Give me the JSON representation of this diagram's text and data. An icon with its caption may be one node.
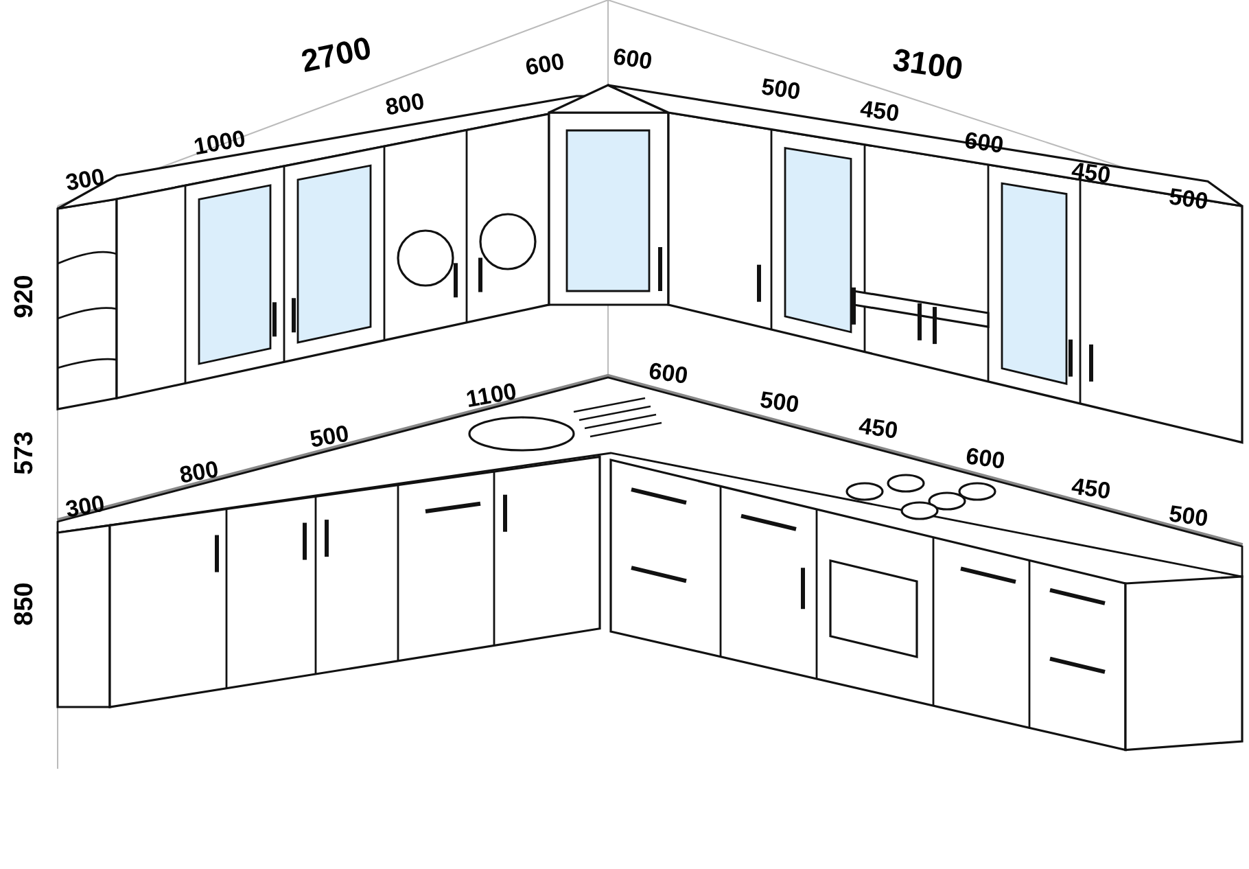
{
  "diagram": {
    "labels": [
      "2700",
      "300",
      "1000",
      "800",
      "600",
      "3100",
      "600",
      "500",
      "450",
      "600",
      "450",
      "500",
      "920",
      "573",
      "850",
      "300",
      "800",
      "500",
      "1100",
      "600",
      "500",
      "450",
      "600",
      "450",
      "500"
    ]
  }
}
